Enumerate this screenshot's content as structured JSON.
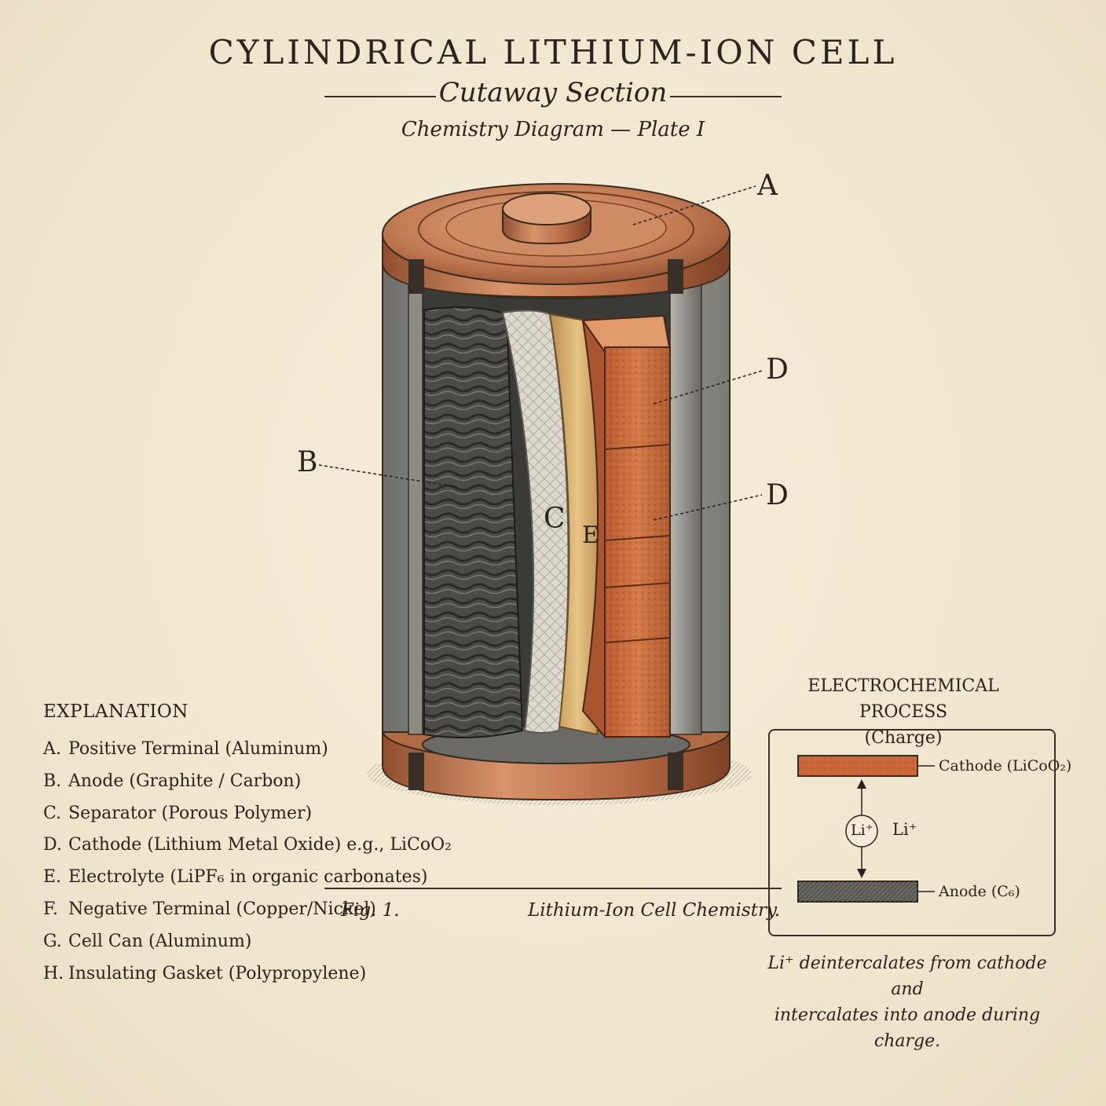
{
  "header": {
    "title": "CYLINDRICAL LITHIUM-ION CELL",
    "subtitle": "Cutaway Section",
    "plate": "Chemistry Diagram — Plate I"
  },
  "callouts": {
    "a": "A",
    "b": "B",
    "c": "C",
    "d1": "D",
    "d2": "D",
    "e": "E"
  },
  "explanation": {
    "heading": "EXPLANATION",
    "items": [
      {
        "key": "A.",
        "text": "Positive Terminal (Aluminum)"
      },
      {
        "key": "B.",
        "text": "Anode (Graphite / Carbon)"
      },
      {
        "key": "C.",
        "text": "Separator (Porous Polymer)"
      },
      {
        "key": "D.",
        "text": "Cathode (Lithium Metal Oxide) e.g., LiCoO₂"
      },
      {
        "key": "E.",
        "text": "Electrolyte (LiPF₆ in organic carbonates)"
      },
      {
        "key": "F.",
        "text": "Negative Terminal (Copper/Nickel)"
      },
      {
        "key": "G.",
        "text": "Cell Can (Aluminum)"
      },
      {
        "key": "H.",
        "text": "Insulating Gasket (Polypropylene)"
      }
    ]
  },
  "process": {
    "heading": "ELECTROCHEMICAL PROCESS",
    "subheading": "(Charge)",
    "cathode_label": "Cathode (LiCoO₂)",
    "anode_label": "Anode (C₆)",
    "ion_circle": "Li⁺",
    "ion_label": "Li⁺",
    "note_line1": "Li⁺ deintercalates from cathode and",
    "note_line2": "intercalates into anode during charge."
  },
  "figure": {
    "number": "Fig. 1.",
    "caption": "Lithium-Ion Cell Chemistry."
  },
  "colors": {
    "copper": "#c27a52",
    "graphite": "#4a4845",
    "separator": "#d9d5cb",
    "electrolyte": "#d6ad6a",
    "cathode": "#c8683a",
    "steel": "#9a9893",
    "ink": "#2a231c"
  }
}
